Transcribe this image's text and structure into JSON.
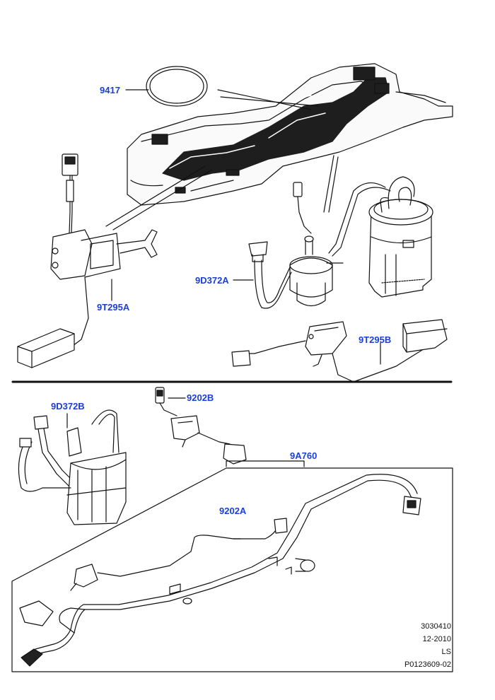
{
  "callouts": {
    "c9417": "9417",
    "c9T295A": "9T295A",
    "c9D372A": "9D372A",
    "c9T295B": "9T295B",
    "c9D372B": "9D372B",
    "c9202B": "9202B",
    "c9A760": "9A760",
    "c9202A": "9202A"
  },
  "meta": {
    "code": "3030410",
    "date": "12-2010",
    "initials": "LS",
    "ref": "P0123609-02"
  },
  "colors": {
    "callout": "#1a3fd6",
    "ink": "#111111"
  }
}
